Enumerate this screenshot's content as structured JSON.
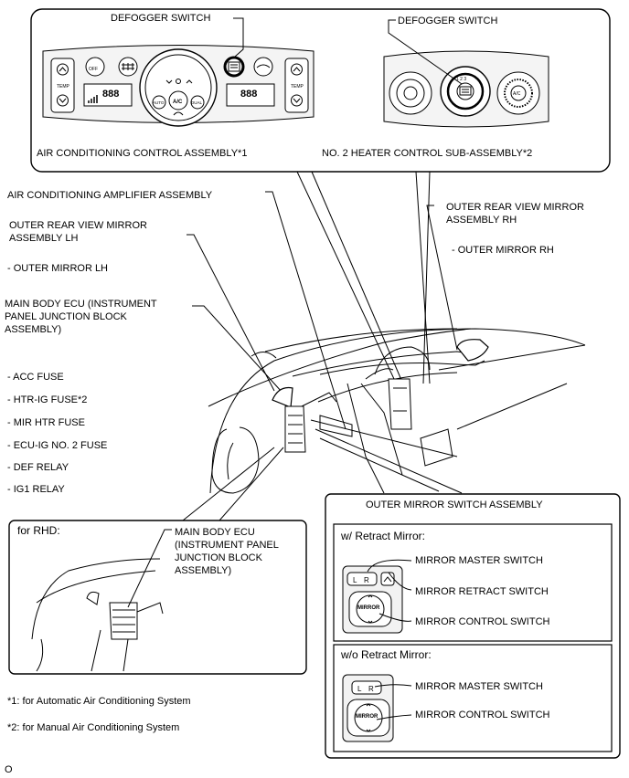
{
  "top_panel": {
    "defogger_switch_left": "DEFOGGER SWITCH",
    "defogger_switch_right": "DEFOGGER SWITCH",
    "ac_control_assembly": "AIR CONDITIONING CONTROL ASSEMBLY*1",
    "heater_control_sub": "NO. 2 HEATER CONTROL SUB-ASSEMBLY*2",
    "panel_texts": {
      "temp_left": "TEMP",
      "temp_right": "TEMP",
      "auto": "AUTO",
      "ac": "A/C",
      "dual": "DUAL",
      "display_left": "888",
      "display_right": "888",
      "off": "OFF",
      "dial_ac": "A/C"
    }
  },
  "labels": {
    "ac_amplifier": "AIR CONDITIONING AMPLIFIER ASSEMBLY",
    "outer_mirror_lh": "OUTER REAR VIEW MIRROR\nASSEMBLY LH",
    "outer_mirror_lh_sub": "- OUTER MIRROR LH",
    "outer_mirror_rh": "OUTER REAR VIEW MIRROR\nASSEMBLY RH",
    "outer_mirror_rh_sub": "- OUTER MIRROR RH",
    "main_body_ecu": "MAIN BODY ECU (INSTRUMENT\nPANEL JUNCTION BLOCK\nASSEMBLY)",
    "fuses": [
      "- ACC FUSE",
      "- HTR-IG FUSE*2",
      "- MIR HTR FUSE",
      "- ECU-IG NO. 2 FUSE",
      "- DEF RELAY",
      "- IG1 RELAY"
    ]
  },
  "rhd_box": {
    "title": "for RHD:",
    "ecu_label": "MAIN BODY ECU\n(INSTRUMENT PANEL\nJUNCTION BLOCK\nASSEMBLY)"
  },
  "mirror_switch_box": {
    "title": "OUTER MIRROR SWITCH ASSEMBLY",
    "with_retract": {
      "title": "w/ Retract Mirror:",
      "master": "MIRROR MASTER SWITCH",
      "retract": "MIRROR RETRACT SWITCH",
      "control": "MIRROR CONTROL SWITCH"
    },
    "without_retract": {
      "title": "w/o Retract Mirror:",
      "master": "MIRROR MASTER SWITCH",
      "control": "MIRROR CONTROL SWITCH"
    },
    "switch_texts": {
      "l": "L",
      "r": "R",
      "mirror": "MIRROR"
    }
  },
  "footnotes": {
    "note1": "*1: for Automatic Air Conditioning System",
    "note2": "*2: for Manual Air Conditioning System"
  },
  "figure_code": "O"
}
